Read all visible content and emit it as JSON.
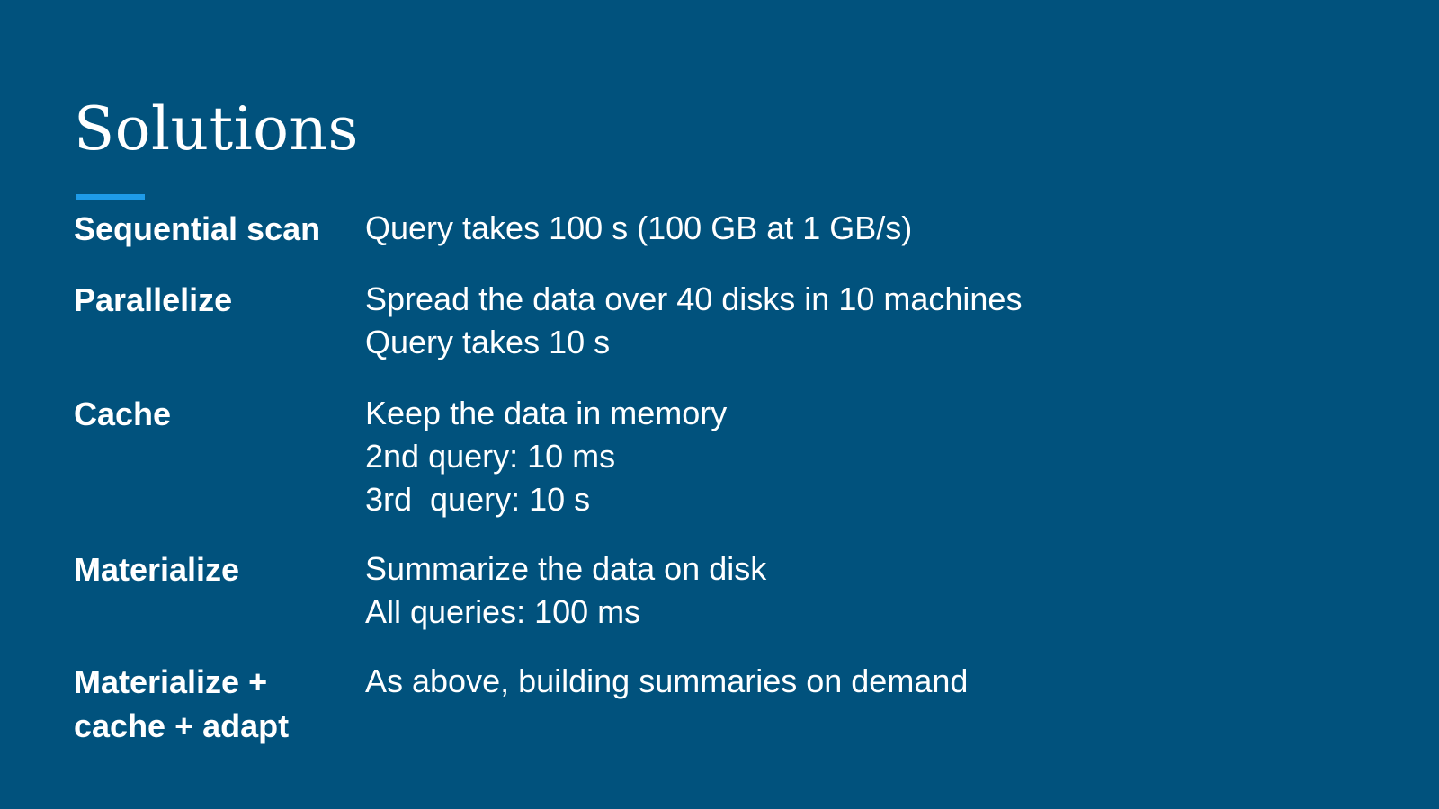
{
  "slide": {
    "title": "Solutions",
    "accent_color": "#1e9be8",
    "background_color": "#01527d",
    "rows": [
      {
        "label": [
          "Sequential scan"
        ],
        "lines": [
          "Query takes 100 s (100 GB at 1 GB/s)"
        ]
      },
      {
        "label": [
          "Parallelize"
        ],
        "lines": [
          "Spread the data over 40 disks in 10 machines",
          "Query takes 10 s"
        ]
      },
      {
        "label": [
          "Cache"
        ],
        "lines": [
          "Keep the data in memory",
          "2nd query: 10 ms",
          "3rd  query: 10 s"
        ]
      },
      {
        "label": [
          "Materialize"
        ],
        "lines": [
          "Summarize the data on disk",
          "All queries: 100 ms"
        ]
      },
      {
        "label": [
          "Materialize +",
          "cache + adapt"
        ],
        "lines": [
          "As above, building summaries on demand"
        ]
      }
    ]
  }
}
